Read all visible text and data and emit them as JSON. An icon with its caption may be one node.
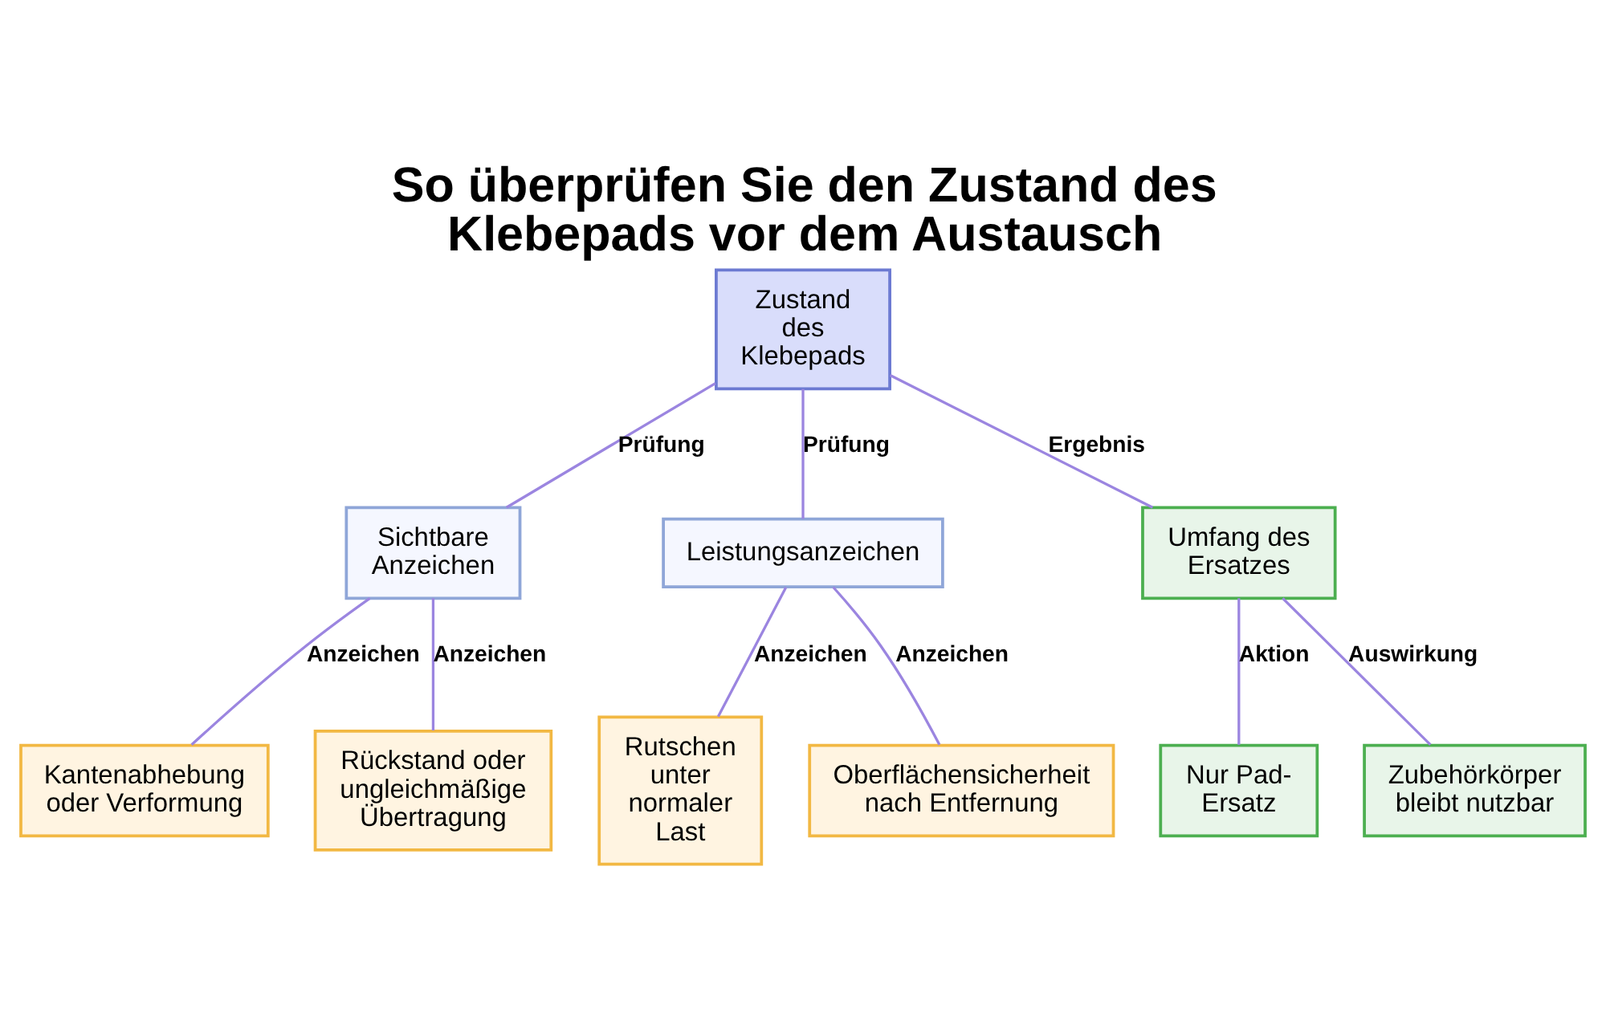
{
  "diagram": {
    "title": "So überprüfen Sie den Zustand des Klebepads vor dem Austausch",
    "nodes": [
      {
        "text": [
          "Zustand des Klebepads"
        ]
      },
      {
        "text": [
          "Sichtbare Anzeichen"
        ]
      },
      {
        "text": [
          "Leistungsanzeichen"
        ]
      },
      {
        "text": [
          "Umfang des Ersatzes"
        ]
      },
      {
        "text": [
          "Kantenabhebung oder Verformung"
        ]
      },
      {
        "text": [
          "Rückstand oder ungleichmäßige Übertragung"
        ]
      },
      {
        "text": [
          "Rutschen unter normaler Last"
        ]
      },
      {
        "text": [
          "Oberflächensicherheit nach Entfernung"
        ]
      },
      {
        "text": [
          "Nur Pad-Ersatz"
        ]
      },
      {
        "text": [
          "Zubehörkörper bleibt nutzbar"
        ]
      }
    ],
    "edges": [
      {
        "from": 0,
        "to": 1,
        "arrow": "none",
        "label": "Prüfung"
      },
      {
        "from": 0,
        "to": 2,
        "arrow": "none",
        "label": "Prüfung"
      },
      {
        "from": 0,
        "to": 3,
        "arrow": "none",
        "label": "Ergebnis"
      },
      {
        "from": 1,
        "to": 4,
        "arrow": "none",
        "label": "Anzeichen"
      },
      {
        "from": 1,
        "to": 5,
        "arrow": "none",
        "label": "Anzeichen"
      },
      {
        "from": 2,
        "to": 6,
        "arrow": "none",
        "label": "Anzeichen"
      },
      {
        "from": 2,
        "to": 7,
        "arrow": "none",
        "label": "Anzeichen"
      },
      {
        "from": 3,
        "to": 8,
        "arrow": "none",
        "label": "Aktion"
      },
      {
        "from": 3,
        "to": 9,
        "arrow": "none",
        "label": "Auswirkung"
      }
    ]
  }
}
